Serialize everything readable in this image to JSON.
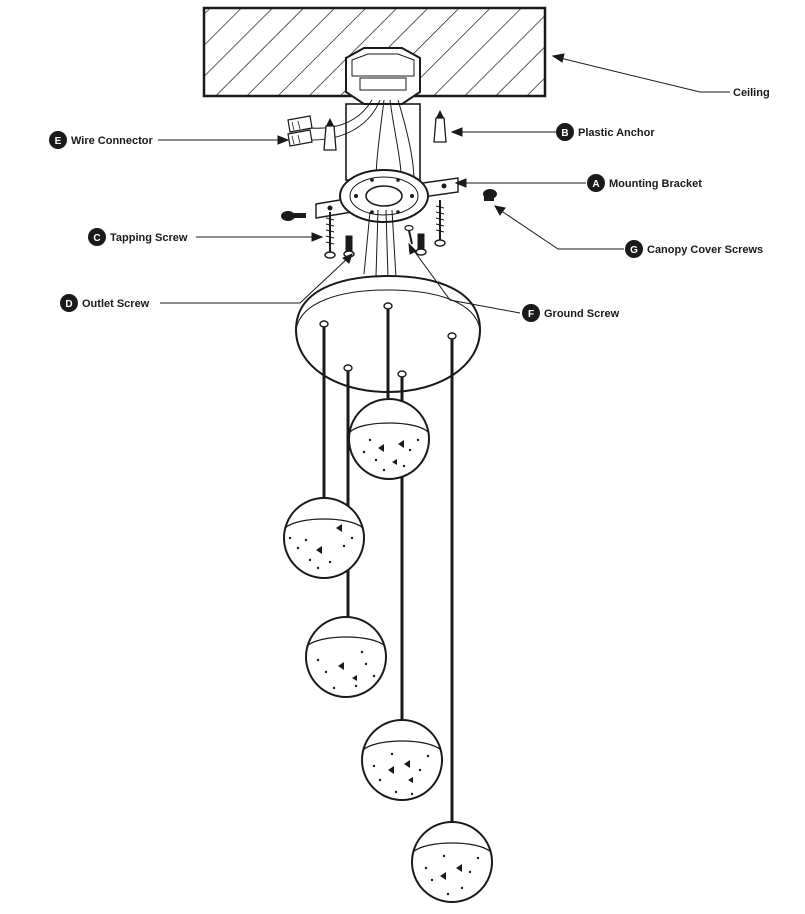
{
  "colors": {
    "ink": "#1a1a1a",
    "paper": "#ffffff"
  },
  "labels": {
    "ceiling": {
      "text": "Ceiling"
    },
    "plastic_anchor": {
      "letter": "B",
      "text": "Plastic Anchor"
    },
    "wire_connector": {
      "letter": "E",
      "text": "Wire Connector"
    },
    "mounting_bracket": {
      "letter": "A",
      "text": "Mounting Bracket"
    },
    "tapping_screw": {
      "letter": "C",
      "text": "Tapping Screw"
    },
    "canopy_cover_screws": {
      "letter": "G",
      "text": "Canopy Cover Screws"
    },
    "outlet_screw": {
      "letter": "D",
      "text": "Outlet Screw"
    },
    "ground_screw": {
      "letter": "F",
      "text": "Ground Screw"
    }
  }
}
